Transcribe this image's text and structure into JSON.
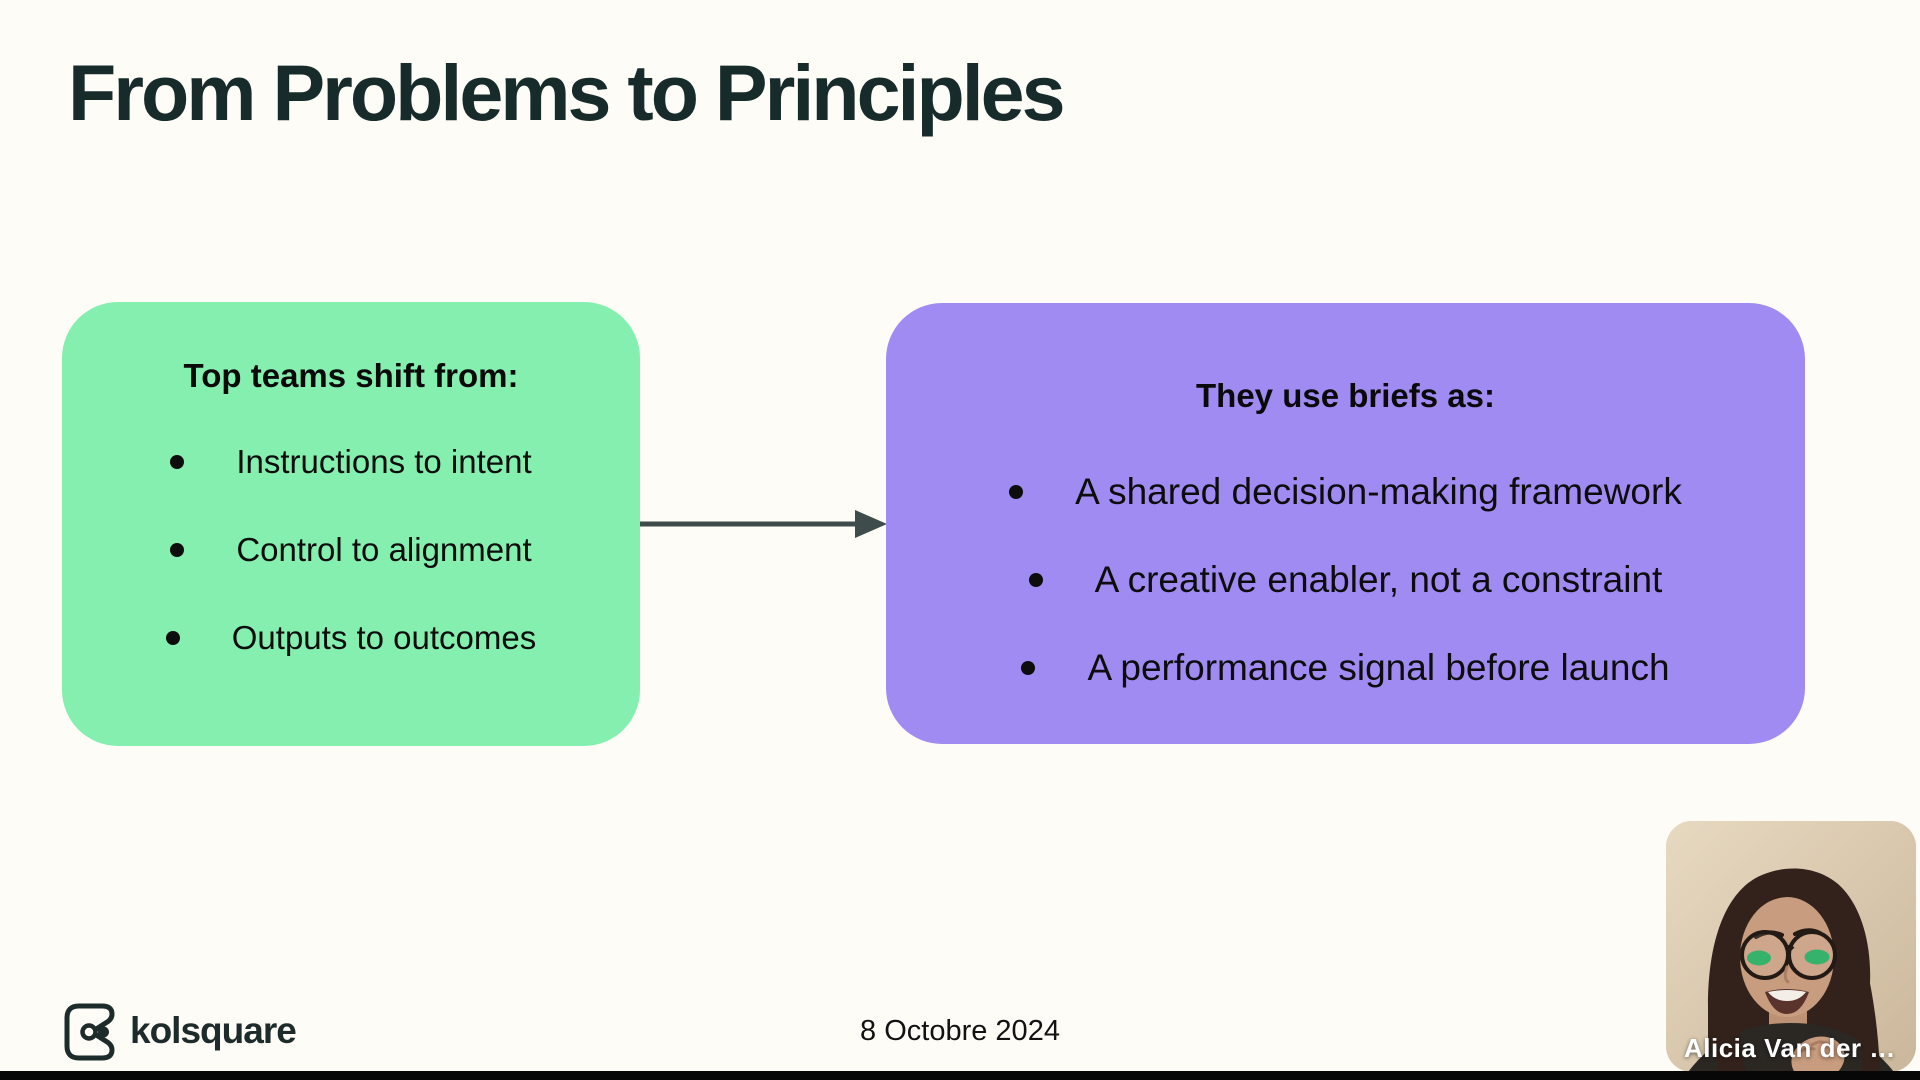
{
  "slide": {
    "title": "From Problems to Principles",
    "date": "8 Octobre 2024"
  },
  "left_box": {
    "header": "Top teams shift from:",
    "bullets": [
      "Instructions to intent",
      "Control to alignment",
      "Outputs to outcomes"
    ]
  },
  "right_box": {
    "header": "They use briefs as:",
    "bullets": [
      "A shared decision-making framework",
      "A creative enabler, not a constraint",
      "A performance signal before launch"
    ]
  },
  "footer": {
    "logo_wordmark": "kolsquare"
  },
  "webcam": {
    "participant_name": "Alicia Van der …"
  },
  "icons": {
    "logo_mark": "kolsquare-mark-icon",
    "bullet": "•",
    "arrow": "right-arrow"
  },
  "colors": {
    "background": "#FDFCF7",
    "title_text": "#182B2B",
    "left_box_bg": "#85EFB0",
    "right_box_bg": "#A08BF3",
    "body_text": "#0A0A0A",
    "arrow": "#3E4C4B",
    "bottom_bar": "#070707",
    "participant_name_text": "#FFFFFF"
  }
}
